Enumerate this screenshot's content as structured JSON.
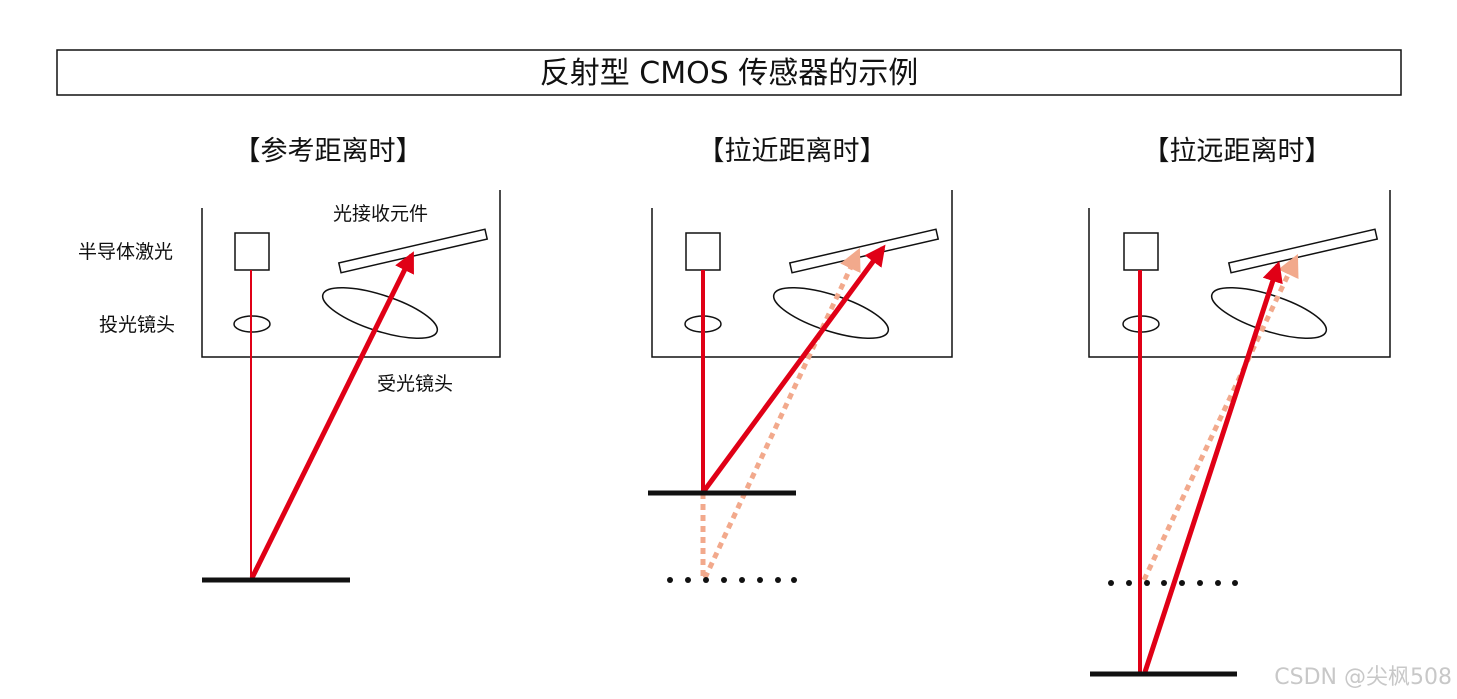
{
  "title": "反射型 CMOS 传感器的示例",
  "panels": [
    {
      "title": "【参考距离时】"
    },
    {
      "title": "【拉近距离时】"
    },
    {
      "title": "【拉远距离时】"
    }
  ],
  "labels": {
    "laser": "半导体激光",
    "projection_lens": "投光镜头",
    "receiver_element": "光接收元件",
    "receiving_lens": "受光镜头"
  },
  "watermark": "CSDN @尖枫508",
  "colors": {
    "beam": "#e00016",
    "reference_beam": "#f2a98c",
    "outline": "#111111"
  }
}
